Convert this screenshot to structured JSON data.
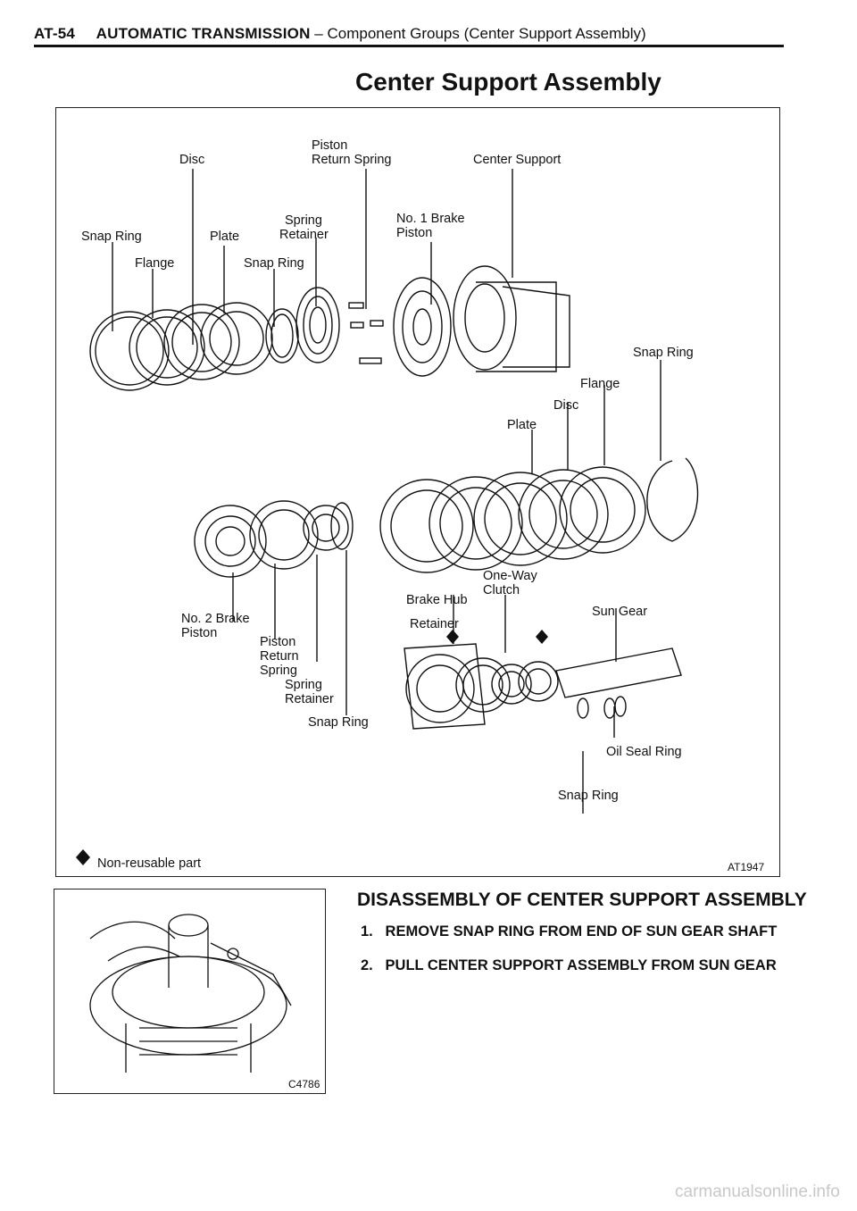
{
  "header": {
    "page_code": "AT-54",
    "section": "AUTOMATIC TRANSMISSION",
    "dash": "–",
    "subtitle": "Component Groups (Center Support Assembly)"
  },
  "title": "Center Support Assembly",
  "diagram": {
    "labels": {
      "disc_top": "Disc",
      "piston_line1": "Piston",
      "piston_line2": "Return Spring",
      "center_support": "Center Support",
      "spring_line1": "Spring",
      "spring_line2": "Retainer",
      "no1_line1": "No. 1 Brake",
      "no1_line2": "Piston",
      "snap_ring_left": "Snap Ring",
      "plate_top": "Plate",
      "flange_left": "Flange",
      "snap_ring_mid": "Snap Ring",
      "snap_ring_right": "Snap Ring",
      "flange_right": "Flange",
      "disc_right": "Disc",
      "plate_right": "Plate",
      "no2_line1": "No. 2 Brake",
      "no2_line2": "Piston",
      "pr_line1": "Piston",
      "pr_line2": "Return",
      "pr_line3": "Spring",
      "sr_line1": "Spring",
      "sr_line2": "Retainer",
      "snap_ring_low": "Snap Ring",
      "oneway_line1": "One-Way",
      "oneway_line2": "Clutch",
      "brake_hub": "Brake Hub",
      "retainer": "Retainer",
      "sun_gear": "Sun Gear",
      "oil_seal_ring": "Oil Seal Ring",
      "snap_ring_bottom": "Snap Ring"
    },
    "legend": "Non-reusable part",
    "figure_code": "AT1947"
  },
  "photo": {
    "figure_code": "C4786"
  },
  "instructions": {
    "heading": "DISASSEMBLY OF CENTER SUPPORT ASSEMBLY",
    "steps": [
      {
        "num": "1.",
        "text": "REMOVE SNAP RING FROM END OF SUN GEAR SHAFT"
      },
      {
        "num": "2.",
        "text": "PULL CENTER SUPPORT ASSEMBLY FROM SUN GEAR"
      }
    ]
  },
  "watermark": "carmanualsonline.info"
}
